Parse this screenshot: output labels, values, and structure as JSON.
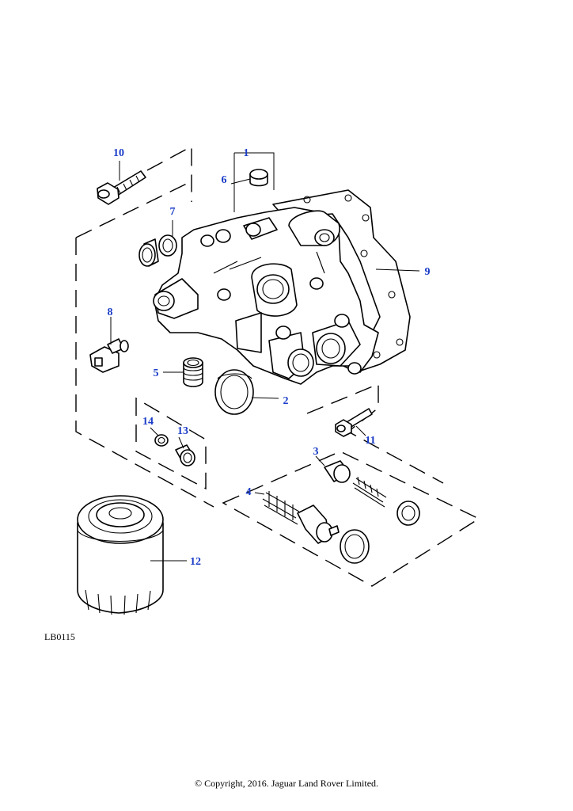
{
  "diagram": {
    "callouts": {
      "c1": "1",
      "c2": "2",
      "c3": "3",
      "c4": "4",
      "c5": "5",
      "c6": "6",
      "c7": "7",
      "c8": "8",
      "c9": "9",
      "c10": "10",
      "c11": "11",
      "c12": "12",
      "c13": "13",
      "c14": "14"
    },
    "figure_code": "LB0115"
  },
  "footer": {
    "copyright": "© Copyright, 2016. Jaguar Land Rover Limited."
  }
}
